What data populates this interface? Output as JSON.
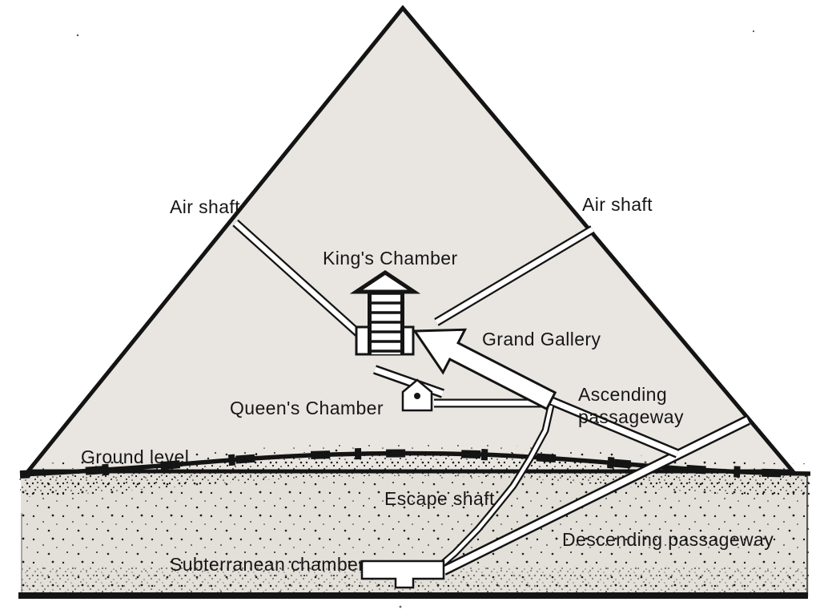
{
  "diagram": {
    "labels": {
      "air_shaft_left": "Air shaft",
      "air_shaft_right": "Air shaft",
      "kings_chamber": "King's Chamber",
      "grand_gallery": "Grand Gallery",
      "queens_chamber": "Queen's Chamber",
      "ascending_line1": "Ascending",
      "ascending_line2": "passageway",
      "ground_level": "Ground level",
      "escape_shaft": "Escape shaft",
      "descending_passageway": "Descending passageway",
      "subterranean_chamber": "Subterranean chamber"
    },
    "colors": {
      "ink": "#141414",
      "pyramid_fill": "#e9e6e1",
      "ground_fill": "#e3dfd9",
      "passage_fill": "#ffffff",
      "background": "#ffffff"
    }
  }
}
